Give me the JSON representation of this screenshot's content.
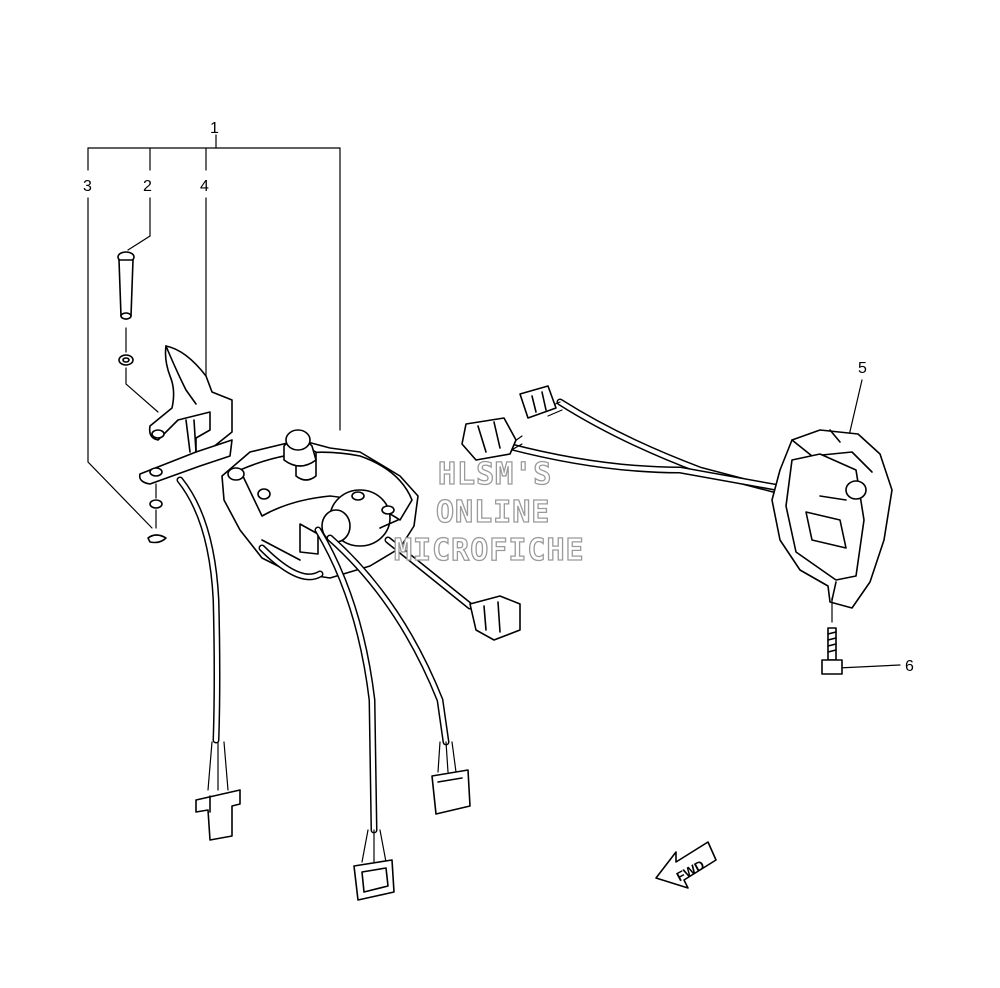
{
  "callouts": {
    "n1": "1",
    "n2": "2",
    "n3": "3",
    "n4": "4",
    "n5": "5",
    "n6": "6"
  },
  "watermark": {
    "line1": "HLSM'S",
    "line2": "ONLINE",
    "line3": "MICROFICHE"
  },
  "fwd_label": "FWD",
  "colors": {
    "line": "#000000",
    "background": "#ffffff",
    "watermark_outline": "#9a9a9a"
  }
}
